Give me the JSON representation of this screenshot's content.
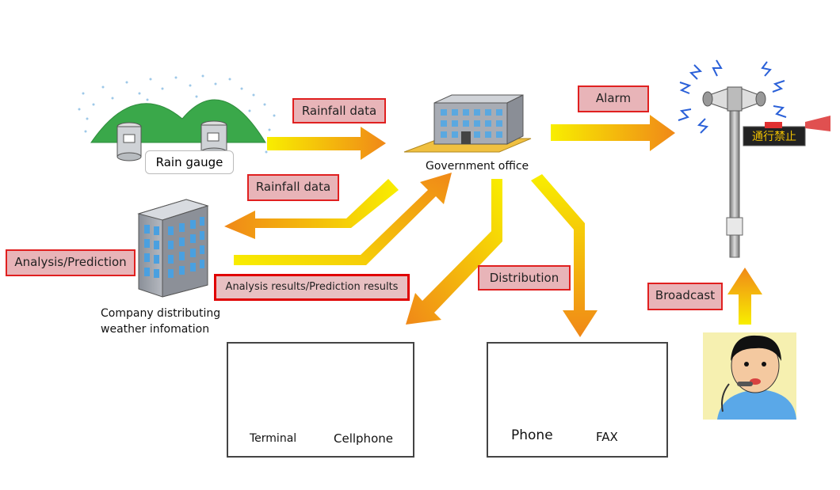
{
  "nodes": {
    "rain_gauge": "Rain gauge",
    "government_office": "Government office",
    "company": "Company distributing weather infomation",
    "company_line1": "Company distributing",
    "company_line2": "weather infomation",
    "terminal": "Terminal",
    "cellphone": "Cellphone",
    "phone": "Phone",
    "fax": "FAX",
    "sign_text": "通行禁止"
  },
  "labels": {
    "rainfall_to_gov": "Rainfall data",
    "rainfall_to_company": "Rainfall data",
    "alarm": "Alarm",
    "analysis_prediction": "Analysis/Prediction",
    "analysis_results": "Analysis results/Prediction results",
    "distribution": "Distribution",
    "broadcast": "Broadcast"
  },
  "colors": {
    "label_fill": "#e8b4b8",
    "label_border": "#e02020",
    "arrow_yellow": "#f7e600",
    "arrow_orange": "#f08a1a"
  }
}
